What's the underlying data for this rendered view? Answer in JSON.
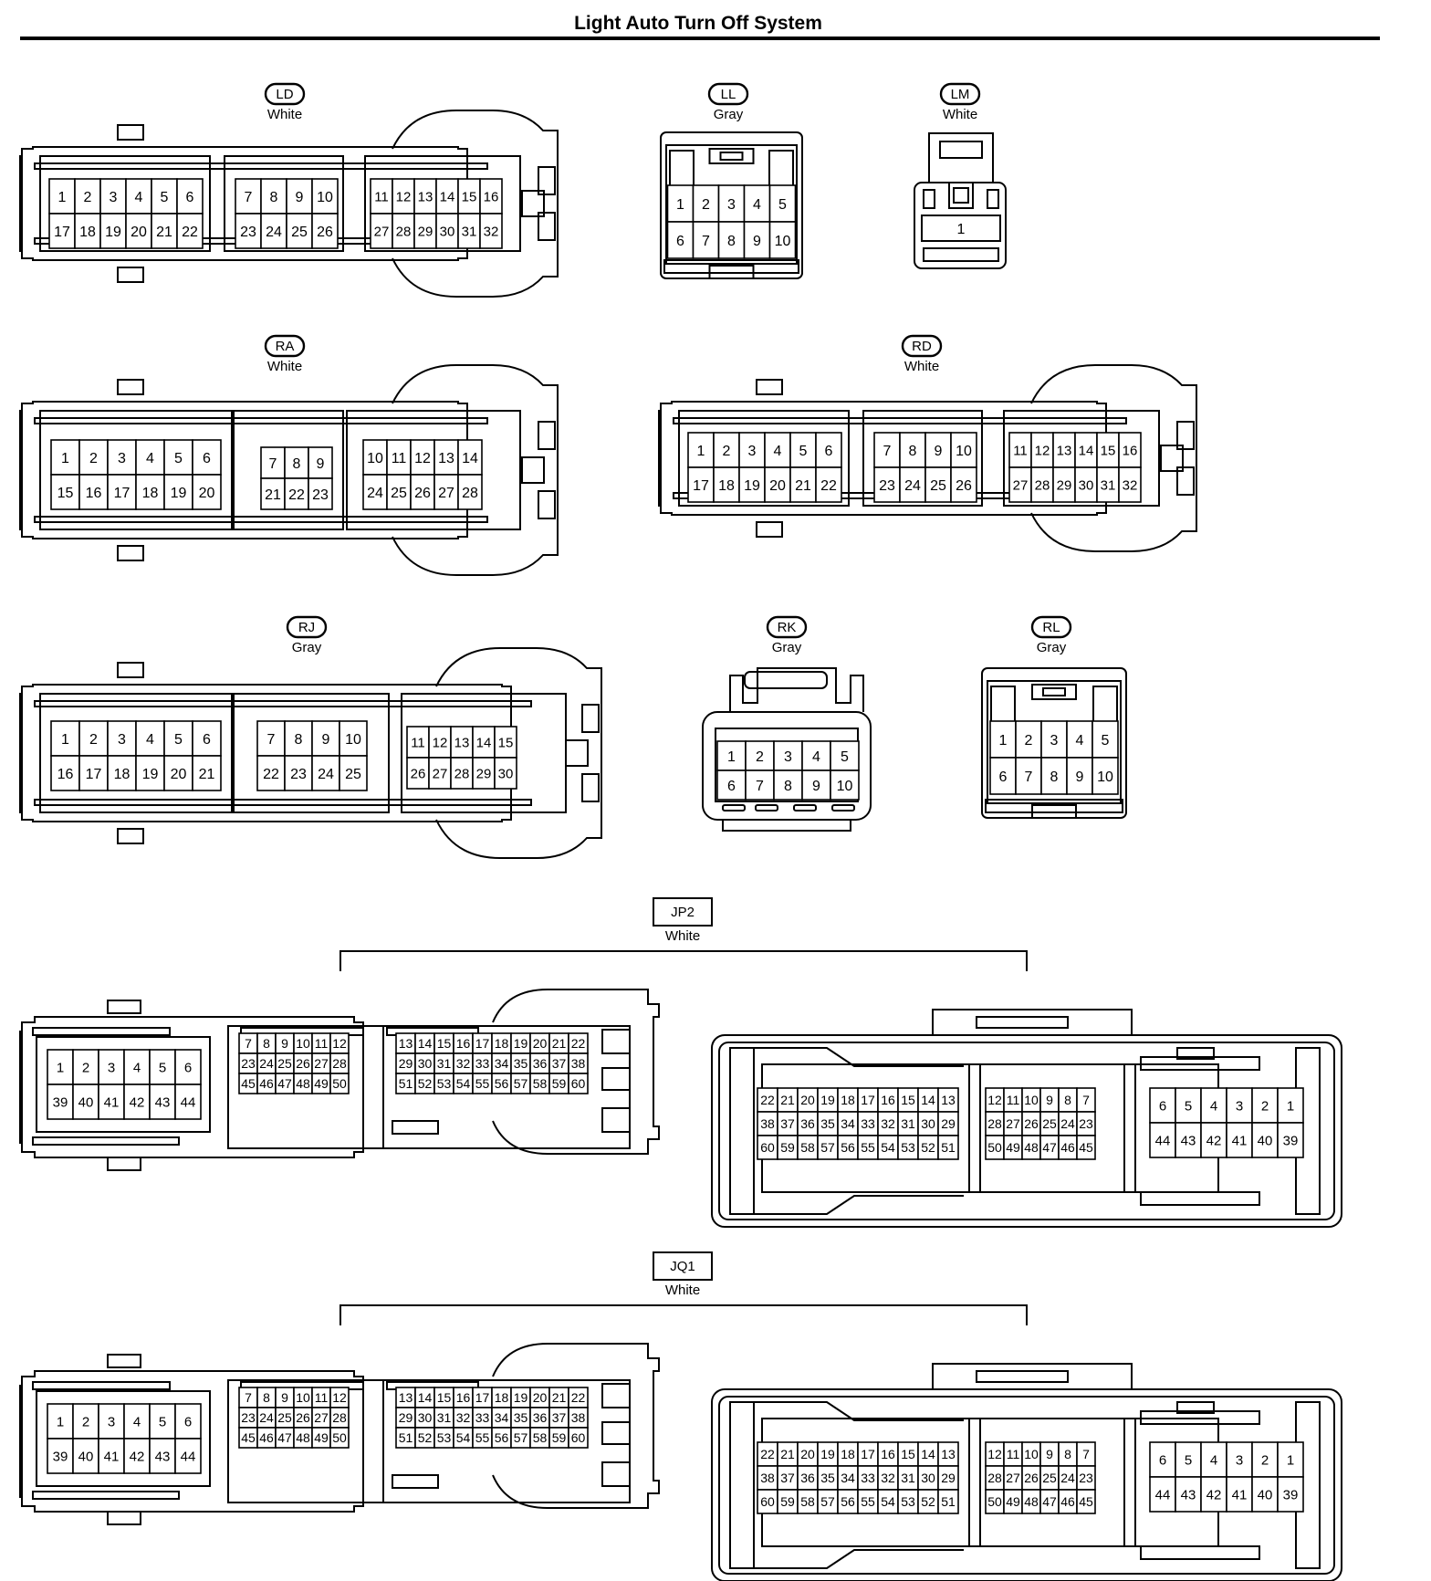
{
  "page": {
    "title": "Light Auto Turn Off System"
  },
  "connectors": [
    {
      "id": "LD",
      "color": "White",
      "tag": "oval",
      "groups": [
        [
          [
            1,
            2,
            3,
            4,
            5,
            6
          ],
          [
            17,
            18,
            19,
            20,
            21,
            22
          ]
        ],
        [
          [
            7,
            8,
            9,
            10
          ],
          [
            23,
            24,
            25,
            26
          ]
        ],
        [
          [
            11,
            12,
            13,
            14,
            15,
            16
          ],
          [
            27,
            28,
            29,
            30,
            31,
            32
          ]
        ]
      ]
    },
    {
      "id": "LL",
      "color": "Gray",
      "tag": "oval",
      "groups": [
        [
          [
            1,
            2,
            3,
            4,
            5
          ],
          [
            6,
            7,
            8,
            9,
            10
          ]
        ]
      ]
    },
    {
      "id": "LM",
      "color": "White",
      "tag": "oval",
      "groups": [
        [
          [
            1
          ]
        ]
      ]
    },
    {
      "id": "RA",
      "color": "White",
      "tag": "oval",
      "groups": [
        [
          [
            1,
            2,
            3,
            4,
            5,
            6
          ],
          [
            15,
            16,
            17,
            18,
            19,
            20
          ]
        ],
        [
          [
            7,
            8,
            9
          ],
          [
            21,
            22,
            23
          ]
        ],
        [
          [
            10,
            11,
            12,
            13,
            14
          ],
          [
            24,
            25,
            26,
            27,
            28
          ]
        ]
      ]
    },
    {
      "id": "RD",
      "color": "White",
      "tag": "oval",
      "groups": [
        [
          [
            1,
            2,
            3,
            4,
            5,
            6
          ],
          [
            17,
            18,
            19,
            20,
            21,
            22
          ]
        ],
        [
          [
            7,
            8,
            9,
            10
          ],
          [
            23,
            24,
            25,
            26
          ]
        ],
        [
          [
            11,
            12,
            13,
            14,
            15,
            16
          ],
          [
            27,
            28,
            29,
            30,
            31,
            32
          ]
        ]
      ]
    },
    {
      "id": "RJ",
      "color": "Gray",
      "tag": "oval",
      "groups": [
        [
          [
            1,
            2,
            3,
            4,
            5,
            6
          ],
          [
            16,
            17,
            18,
            19,
            20,
            21
          ]
        ],
        [
          [
            7,
            8,
            9,
            10
          ],
          [
            22,
            23,
            24,
            25
          ]
        ],
        [
          [
            11,
            12,
            13,
            14,
            15
          ],
          [
            26,
            27,
            28,
            29,
            30
          ]
        ]
      ]
    },
    {
      "id": "RK",
      "color": "Gray",
      "tag": "oval",
      "groups": [
        [
          [
            1,
            2,
            3,
            4,
            5
          ],
          [
            6,
            7,
            8,
            9,
            10
          ]
        ]
      ]
    },
    {
      "id": "RL",
      "color": "Gray",
      "tag": "oval",
      "groups": [
        [
          [
            1,
            2,
            3,
            4,
            5
          ],
          [
            6,
            7,
            8,
            9,
            10
          ]
        ]
      ]
    },
    {
      "id": "JP2",
      "color": "White",
      "tag": "box",
      "groups": [
        [
          [
            1,
            2,
            3,
            4,
            5,
            6
          ],
          [
            39,
            40,
            41,
            42,
            43,
            44
          ]
        ],
        [
          [
            7,
            8,
            9,
            10,
            11,
            12
          ],
          [
            23,
            24,
            25,
            26,
            27,
            28
          ],
          [
            45,
            46,
            47,
            48,
            49,
            50
          ]
        ],
        [
          [
            13,
            14,
            15,
            16,
            17,
            18,
            19,
            20,
            21,
            22
          ],
          [
            29,
            30,
            31,
            32,
            33,
            34,
            35,
            36,
            37,
            38
          ],
          [
            51,
            52,
            53,
            54,
            55,
            56,
            57,
            58,
            59,
            60
          ]
        ]
      ],
      "mating": [
        [
          [
            22,
            21,
            20,
            19,
            18,
            17,
            16,
            15,
            14,
            13
          ],
          [
            38,
            37,
            36,
            35,
            34,
            33,
            32,
            31,
            30,
            29
          ],
          [
            60,
            59,
            58,
            57,
            56,
            55,
            54,
            53,
            52,
            51
          ]
        ],
        [
          [
            12,
            11,
            10,
            9,
            8,
            7
          ],
          [
            28,
            27,
            26,
            25,
            24,
            23
          ],
          [
            50,
            49,
            48,
            47,
            46,
            45
          ]
        ],
        [
          [
            6,
            5,
            4,
            3,
            2,
            1
          ],
          [
            44,
            43,
            42,
            41,
            40,
            39
          ]
        ]
      ]
    },
    {
      "id": "JQ1",
      "color": "White",
      "tag": "box",
      "groups": [
        [
          [
            1,
            2,
            3,
            4,
            5,
            6
          ],
          [
            39,
            40,
            41,
            42,
            43,
            44
          ]
        ],
        [
          [
            7,
            8,
            9,
            10,
            11,
            12
          ],
          [
            23,
            24,
            25,
            26,
            27,
            28
          ],
          [
            45,
            46,
            47,
            48,
            49,
            50
          ]
        ],
        [
          [
            13,
            14,
            15,
            16,
            17,
            18,
            19,
            20,
            21,
            22
          ],
          [
            29,
            30,
            31,
            32,
            33,
            34,
            35,
            36,
            37,
            38
          ],
          [
            51,
            52,
            53,
            54,
            55,
            56,
            57,
            58,
            59,
            60
          ]
        ]
      ],
      "mating": [
        [
          [
            22,
            21,
            20,
            19,
            18,
            17,
            16,
            15,
            14,
            13
          ],
          [
            38,
            37,
            36,
            35,
            34,
            33,
            32,
            31,
            30,
            29
          ],
          [
            60,
            59,
            58,
            57,
            56,
            55,
            54,
            53,
            52,
            51
          ]
        ],
        [
          [
            12,
            11,
            10,
            9,
            8,
            7
          ],
          [
            28,
            27,
            26,
            25,
            24,
            23
          ],
          [
            50,
            49,
            48,
            47,
            46,
            45
          ]
        ],
        [
          [
            6,
            5,
            4,
            3,
            2,
            1
          ],
          [
            44,
            43,
            42,
            41,
            40,
            39
          ]
        ]
      ]
    }
  ]
}
